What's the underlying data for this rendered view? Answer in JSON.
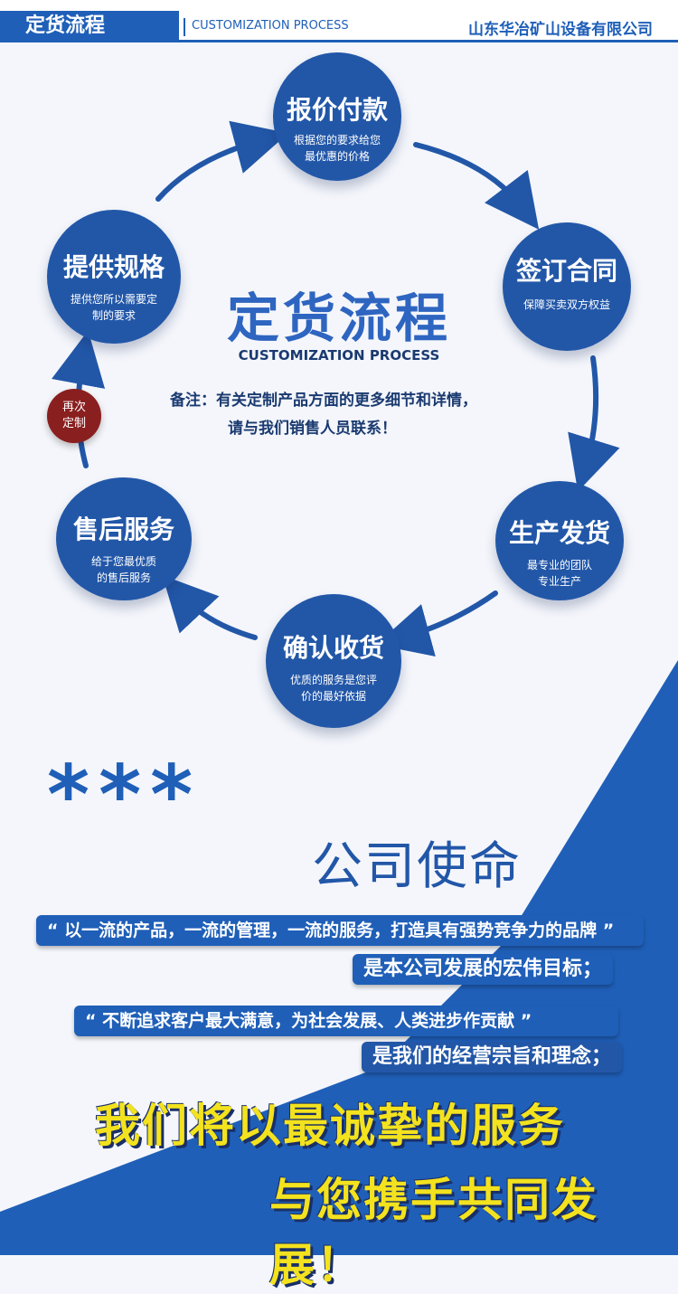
{
  "header": {
    "tab_label": "定货流程",
    "subtitle_en": "CUSTOMIZATION PROCESS",
    "company": "山东华冶矿山设备有限公司"
  },
  "colors": {
    "brand_blue": "#1f5fb8",
    "circle_blue": "#2257a8",
    "accent_red": "#8a1f1f",
    "slogan_yellow": "#f3e21e"
  },
  "process": {
    "title": "定货流程",
    "title_en": "CUSTOMIZATION PROCESS",
    "note_line1": "备注：有关定制产品方面的更多细节和详情，",
    "note_line2": "请与我们销售人员联系！",
    "again": {
      "line1": "再次",
      "line2": "定制"
    },
    "steps": [
      {
        "title": "报价付款",
        "desc": "根据您的要求给您最优惠的价格"
      },
      {
        "title": "签订合同",
        "desc": "保障买卖双方权益"
      },
      {
        "title": "生产发货",
        "desc": "最专业的团队专业生产"
      },
      {
        "title": "确认收货",
        "desc": "优质的服务是您评价的最好依据"
      },
      {
        "title": "售后服务",
        "desc": "给于您最优质的售后服务"
      },
      {
        "title": "提供规格",
        "desc": "提供您所以需要定制的要求"
      }
    ]
  },
  "mission": {
    "stars": "***",
    "title": "公司使命",
    "quote1": "“ 以一流的产品，一流的管理，一流的服务，打造具有强势竞争力的品牌 ”",
    "line2": "是本公司发展的宏伟目标；",
    "quote2": "“ 不断追求客户最大满意，为社会发展、人类进步作贡献 ”",
    "line4": "是我们的经营宗旨和理念；",
    "slogan1": "我们将以最诚挚的服务",
    "slogan2": "与您携手共同发展！"
  }
}
